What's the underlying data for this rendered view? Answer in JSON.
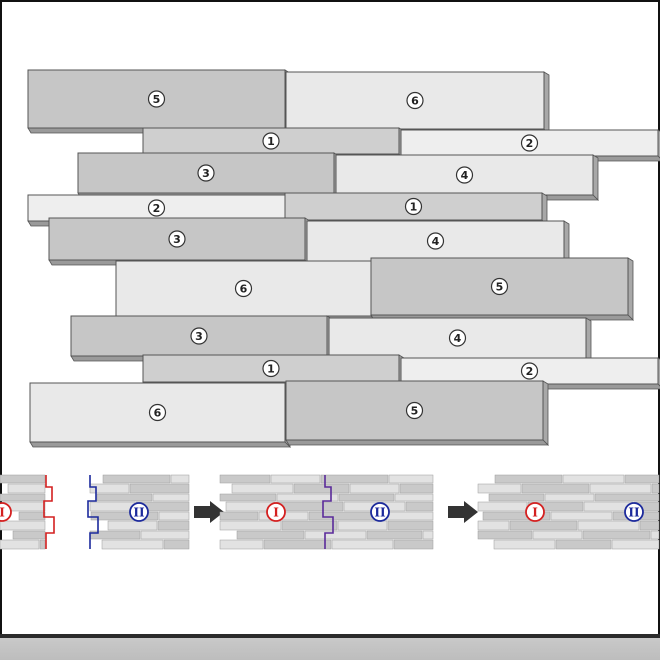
{
  "colors": {
    "dark_panel": "#c6c6c6",
    "mid_panel": "#cfcfcf",
    "light_panel": "#e9e9e9",
    "lightest_panel": "#eeeeee",
    "panel_edge": "#555555",
    "side_face": "#a8a8a8",
    "red_outline": "#d42020",
    "blue_outline": "#1c2a9c",
    "purple_outline": "#5a2a9a",
    "arrow": "#333333"
  },
  "panels": [
    {
      "label": "5",
      "shade": "dark"
    },
    {
      "label": "6",
      "shade": "light"
    },
    {
      "label": "1",
      "shade": "mid"
    },
    {
      "label": "2",
      "shade": "lightest"
    },
    {
      "label": "3",
      "shade": "dark"
    },
    {
      "label": "4",
      "shade": "light"
    },
    {
      "label": "2",
      "shade": "lightest"
    },
    {
      "label": "1",
      "shade": "mid"
    },
    {
      "label": "3",
      "shade": "dark"
    },
    {
      "label": "4",
      "shade": "light"
    },
    {
      "label": "6",
      "shade": "light"
    },
    {
      "label": "5",
      "shade": "dark"
    },
    {
      "label": "3",
      "shade": "dark"
    },
    {
      "label": "4",
      "shade": "light"
    },
    {
      "label": "1",
      "shade": "mid"
    },
    {
      "label": "2",
      "shade": "lightest"
    },
    {
      "label": "6",
      "shade": "light"
    },
    {
      "label": "5",
      "shade": "dark"
    }
  ],
  "steps": [
    {
      "labels": [
        "I",
        "II"
      ]
    },
    {
      "labels": [
        "I",
        "II"
      ]
    },
    {
      "labels": [
        "I",
        "II"
      ]
    }
  ]
}
